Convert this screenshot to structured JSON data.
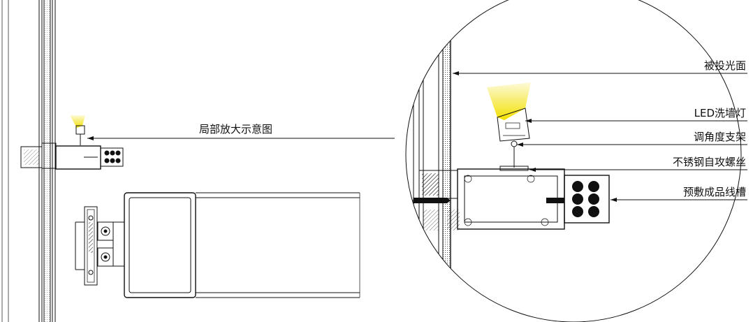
{
  "labels": {
    "detail_view": "局部放大示意图",
    "lit_surface": "被投光面",
    "led_washer": "LED洗墙灯",
    "angle_bracket": "调角度支架",
    "self_tapping_screw": "不锈钢自攻螺丝",
    "cable_trough": "预敷成品线槽"
  },
  "colors": {
    "line": "#111111",
    "light_beam": "#f2e000",
    "background": "#ffffff"
  }
}
